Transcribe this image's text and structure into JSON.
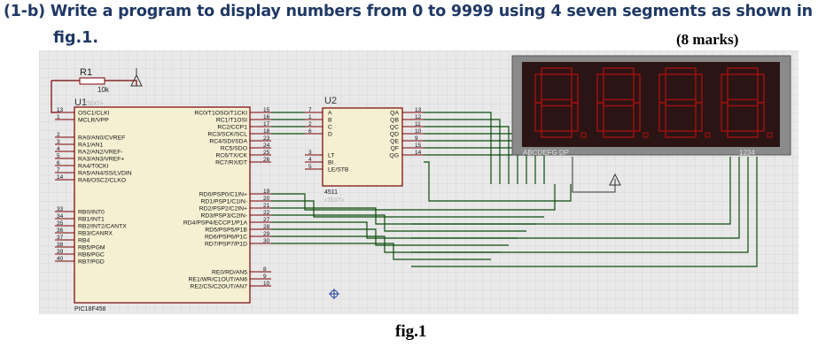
{
  "question": {
    "line1": "(1-b) Write a program to display numbers from 0 to 9999 using 4 seven segments as shown in",
    "line2": "fig.1.",
    "marks": "(8 marks)"
  },
  "caption": "fig.1",
  "resistor": {
    "ref": "R1",
    "value": "10k"
  },
  "mcu": {
    "ref": "U1",
    "part": "PIC18F458",
    "text_placeholder": "<TEXT>",
    "left_nums": [
      "13",
      "1",
      "2",
      "3",
      "4",
      "5",
      "6",
      "7",
      "14",
      "33",
      "34",
      "35",
      "36",
      "37",
      "38",
      "39",
      "40"
    ],
    "left_labels": [
      "OSC1/CLKI",
      "MCLR/VPP",
      "RA0/AN0/CVREF",
      "RA1/AN1",
      "RA2/AN2/VREF-",
      "RA3/AN3/VREF+",
      "RA4/T0CKI",
      "RA5/AN4/SS/LVDIN",
      "RA6/OSC2/CLKO",
      "RB0/INT0",
      "RB1/INT1",
      "RB2/INT2/CANTX",
      "RB3/CANRX",
      "RB4",
      "RB5/PGM",
      "RB6/PGC",
      "RB7/PGD"
    ],
    "right_nums": [
      "15",
      "16",
      "17",
      "18",
      "23",
      "24",
      "25",
      "26",
      "19",
      "20",
      "21",
      "22",
      "27",
      "28",
      "29",
      "30",
      "8",
      "9",
      "10"
    ],
    "right_labels": [
      "RC0/T1OSO/T1CKI",
      "RC1/T1OSI",
      "RC2/CCP1",
      "RC3/SCK/SCL",
      "RC4/SDI/SDA",
      "RC5/SDO",
      "RC6/TX/CK",
      "RC7/RX/DT",
      "RD0/PSP0/C1IN+",
      "RD1/PSP1/C1IN-",
      "RD2/PSP2/C2IN+",
      "RD3/PSP3/C2IN-",
      "RD4/PSP4/ECCP1/P1A",
      "RD5/PSP5/P1B",
      "RD6/PSP6/P1C",
      "RD7/PSP7/P1D",
      "RE0/RD/AN5",
      "RE1/WR/C1OUT/AN6",
      "RE2/CS/C2OUT/AN7"
    ]
  },
  "decoder": {
    "ref": "U2",
    "part": "4511",
    "text_placeholder": "<TEXT>",
    "in_nums": [
      "7",
      "1",
      "2",
      "6",
      "3",
      "4",
      "5"
    ],
    "in_labels": [
      "A",
      "B",
      "C",
      "D",
      "LT",
      "BI",
      "LE/STB"
    ],
    "out_labels": [
      "QA",
      "QB",
      "QC",
      "QD",
      "QE",
      "QF",
      "QG"
    ],
    "out_nums": [
      "13",
      "12",
      "11",
      "10",
      "9",
      "15",
      "14"
    ]
  },
  "display": {
    "seg_label": "ABCDEFG DP",
    "digit_label": "1234",
    "digits": 4,
    "segment_color": "#9b1010",
    "bezel_color": "#8a8a8a"
  }
}
